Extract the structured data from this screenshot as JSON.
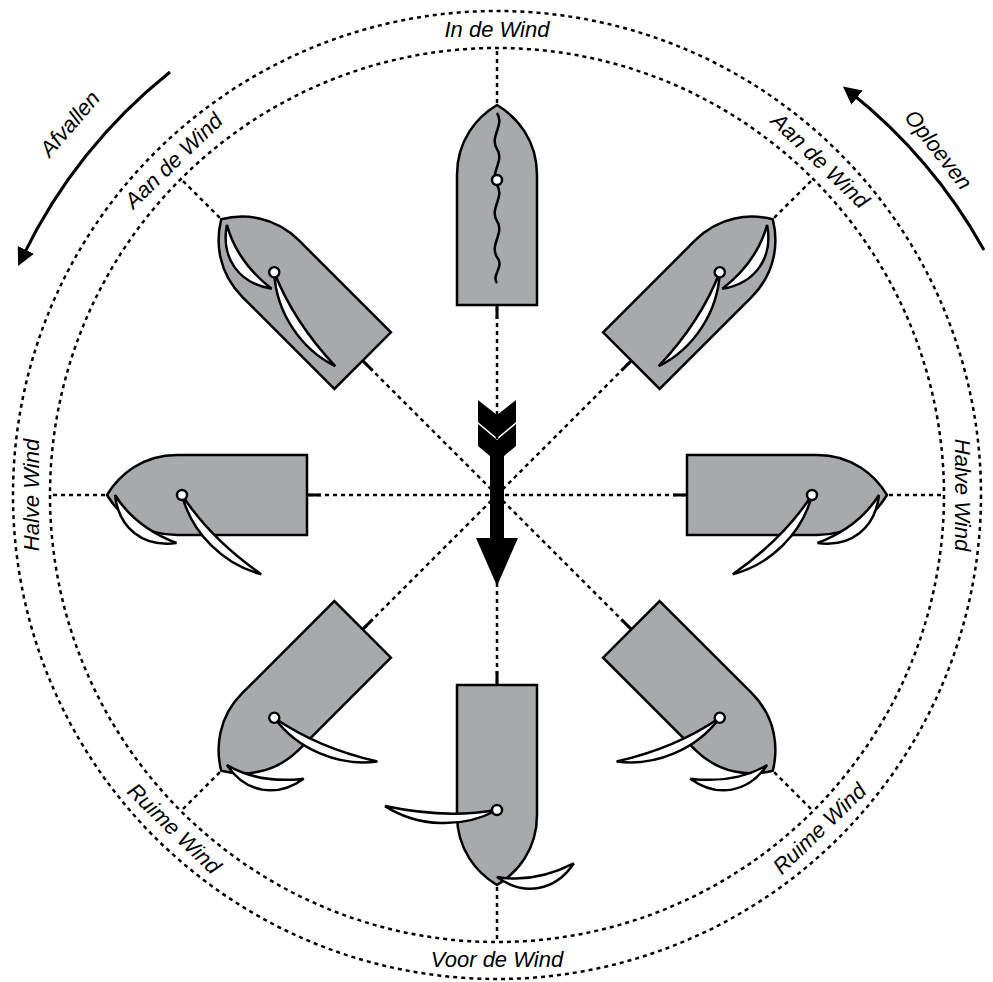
{
  "diagram": {
    "labels": [
      "Afvallen",
      "Aan de Wind",
      "In de Wind",
      "Aan de Wind",
      "Oploeven",
      "Halve Wind",
      "Halve Wind",
      "Ruime Wind",
      "Voor de Wind",
      "Ruime Wind"
    ]
  }
}
